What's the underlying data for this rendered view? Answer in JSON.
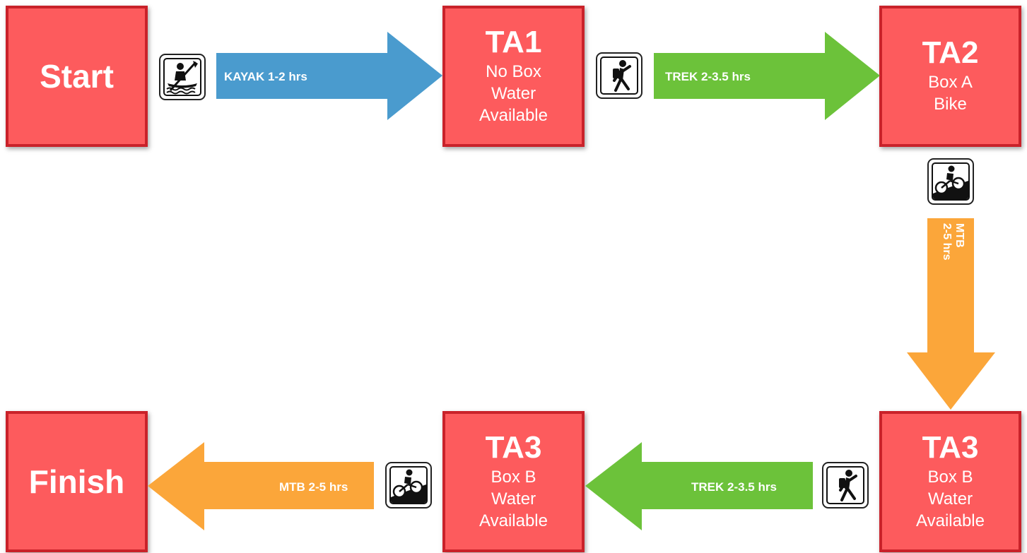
{
  "nodes": {
    "start": {
      "label": "Start"
    },
    "ta1": {
      "title": "TA1",
      "lines": [
        "No Box",
        "Water",
        "Available"
      ]
    },
    "ta2": {
      "title": "TA2",
      "lines": [
        "Box A",
        "Bike"
      ]
    },
    "ta3_right": {
      "title": "TA3",
      "lines": [
        "Box B",
        "Water",
        "Available"
      ]
    },
    "ta3_mid": {
      "title": "TA3",
      "lines": [
        "Box B",
        "Water",
        "Available"
      ]
    },
    "finish": {
      "label": "Finish"
    }
  },
  "legs": {
    "kayak": {
      "label": "KAYAK 1-2 hrs",
      "color": "#4a9bce",
      "icon": "kayak-icon"
    },
    "trek1": {
      "label": "TREK 2-3.5 hrs",
      "color": "#6cc23a",
      "icon": "hiker-icon"
    },
    "mtb1": {
      "label_lines": [
        "MTB",
        "2-5 hrs"
      ],
      "color": "#fba63a",
      "icon": "mountain-bike-icon"
    },
    "trek2": {
      "label": "TREK 2-3.5 hrs",
      "color": "#6cc23a",
      "icon": "hiker-icon"
    },
    "mtb2": {
      "label": "MTB 2-5 hrs",
      "color": "#fba63a",
      "icon": "mountain-bike-icon"
    }
  }
}
